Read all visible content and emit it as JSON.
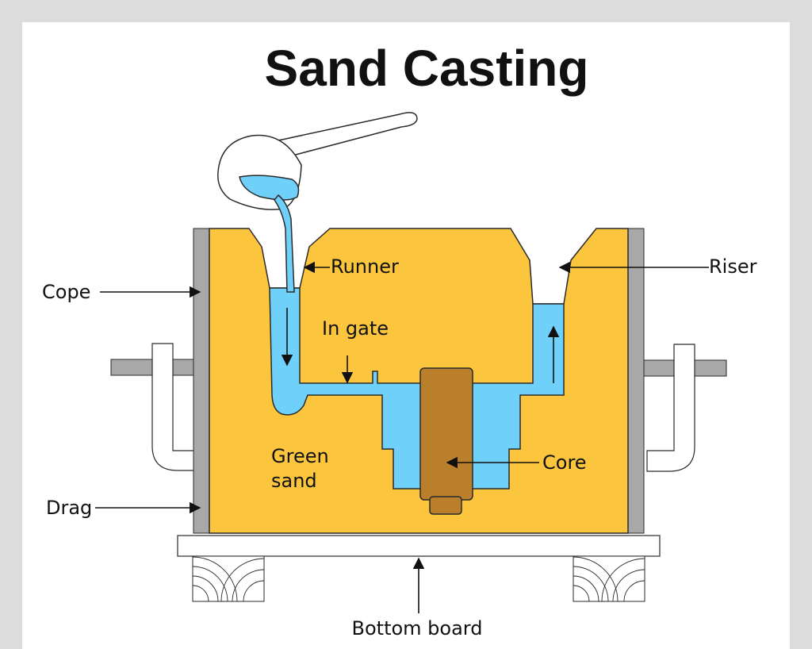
{
  "diagram": {
    "title": "Sand Casting",
    "labels": {
      "cope": "Cope",
      "drag": "Drag",
      "runner": "Runner",
      "riser": "Riser",
      "in_gate": "In gate",
      "green_sand_line1": "Green",
      "green_sand_line2": "sand",
      "core": "Core",
      "bottom_board": "Bottom board"
    }
  },
  "colors": {
    "background": "#dcdcdc",
    "panel": "#ffffff",
    "green_sand": "#fbc63d",
    "molten_metal": "#6fd0fa",
    "flask": "#a8a8a8",
    "core": "#b97f2a"
  }
}
